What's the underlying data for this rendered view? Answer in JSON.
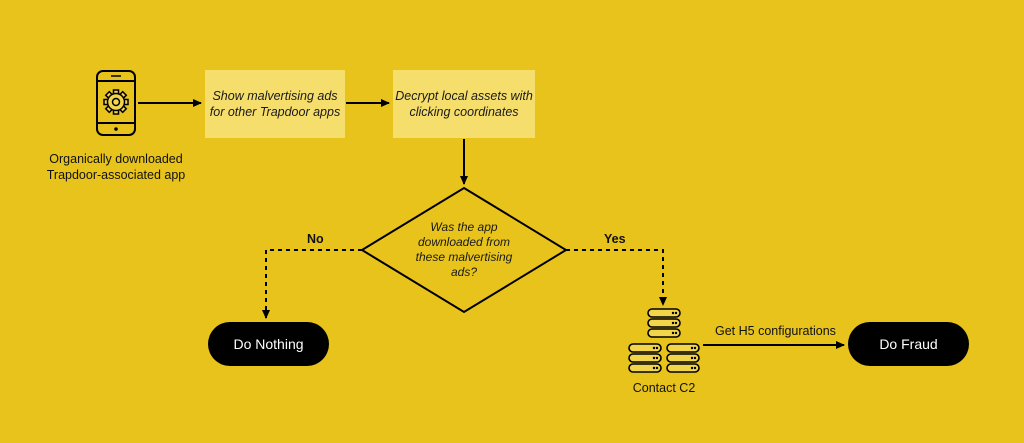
{
  "colors": {
    "background": "#E8C31C",
    "box_fill": "#F5DE6B",
    "line": "#000000",
    "pill_fill": "#000000",
    "pill_text": "#FFFFFF",
    "icon_fill": "#F2D54A"
  },
  "icons": {
    "phone": "smartphone-gear-icon",
    "servers": "server-stack-icon"
  },
  "nodes": {
    "app_label_line1": "Organically downloaded",
    "app_label_line2": "Trapdoor-associated app",
    "box1": "Show malvertising ads for other Trapdoor apps",
    "box2": "Decrypt local assets with clicking coordinates",
    "decision": "Was the app downloaded from these malvertising ads?",
    "do_nothing": "Do Nothing",
    "do_fraud": "Do Fraud",
    "contact_c2": "Contact C2"
  },
  "edges": {
    "no_label": "No",
    "yes_label": "Yes",
    "h5_label": "Get H5 configurations"
  }
}
